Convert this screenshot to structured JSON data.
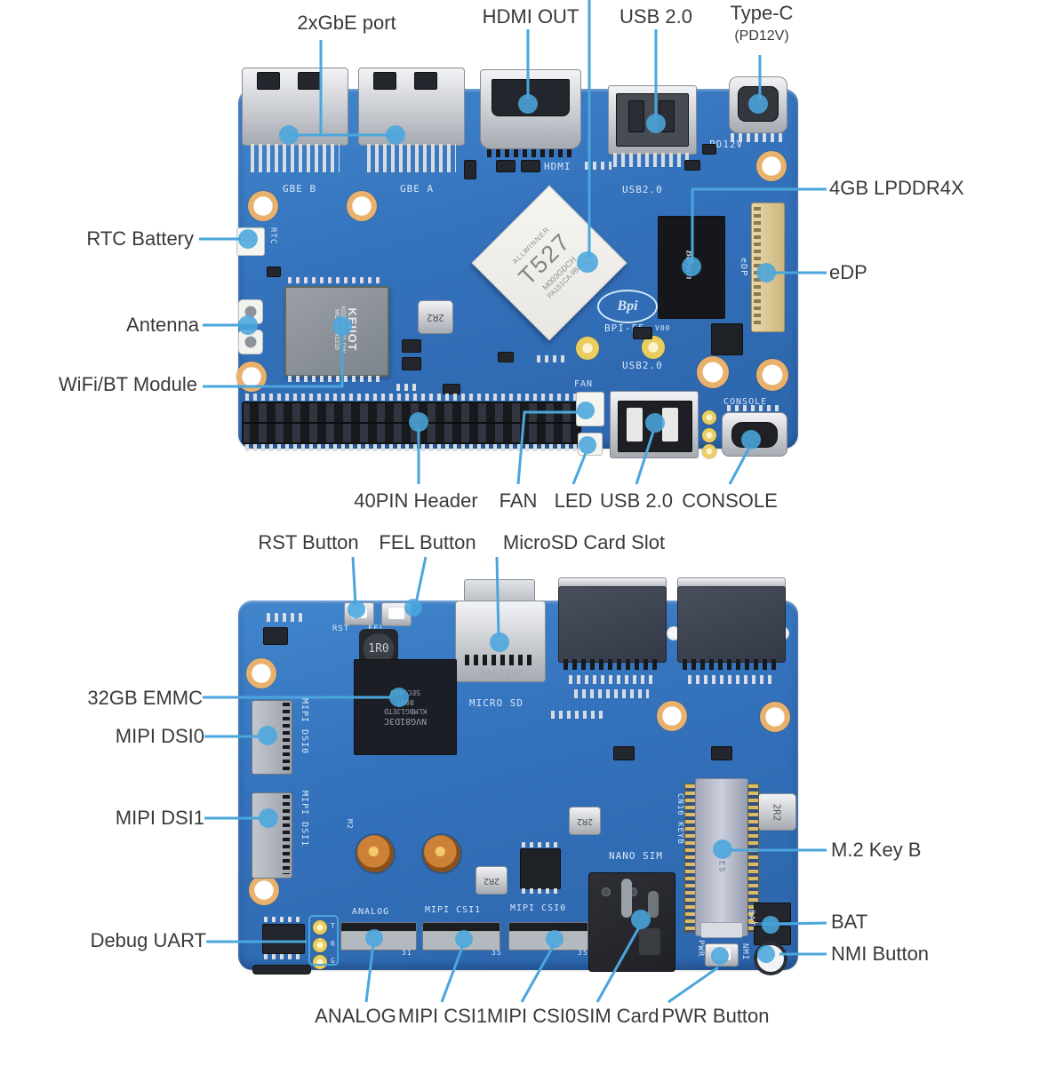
{
  "colors": {
    "pcb_blue": "#336fb8",
    "leader_blue": "#4aa6dd",
    "label_text": "#3a3a3a",
    "silkscreen": "#d8e7f8",
    "gold_pad": "#e2a864",
    "background": "#ffffff"
  },
  "top_board": {
    "callouts": {
      "gbe": "2xGbE port",
      "hdmi": "HDMI OUT",
      "usb_top": "USB 2.0",
      "typec": "Type-C",
      "typec_sub": "(PD12V)",
      "lpddr": "4GB LPDDR4X",
      "edp": "eDP",
      "rtc": "RTC Battery",
      "antenna": "Antenna",
      "wifi": "WiFi/BT Module",
      "header40": "40PIN Header",
      "fan": "FAN",
      "led": "LED",
      "usb_bottom": "USB 2.0",
      "console": "CONSOLE"
    },
    "silkscreen": {
      "gbe_b": "GBE B",
      "gbe_a": "GBE A",
      "hdmi": "HDMI",
      "usb20_top": "USB2.0",
      "pd12v": "PD12V",
      "rtc": "RTC",
      "bpi_logo": "Bpi",
      "bpi_f5": "BPI-F5",
      "v00": "V00",
      "usb20_mid": "USB2.0",
      "fan": "FAN",
      "console": "CONSOLE",
      "edp": "eDP"
    },
    "chips": {
      "soc_brand": "ALLWINNER",
      "soc_model": "T527",
      "soc_code1": "M003GDCH",
      "soc_code2": "PA151CA 9B/G",
      "ram_brand": "Barycn",
      "wifi_line1": "KEIIOT",
      "wifi_line2": "K038-W J01-DW",
      "wifi_line3": "MC XH241218",
      "ind_2r2": "2R2"
    }
  },
  "bottom_board": {
    "callouts": {
      "rst": "RST Button",
      "fel": "FEL Button",
      "microsd": "MicroSD Card Slot",
      "emmc": "32GB EMMC",
      "dsi0": "MIPI DSI0",
      "dsi1": "MIPI DSI1",
      "uart": "Debug UART",
      "m2": "M.2 Key B",
      "bat": "BAT",
      "nmi": "NMI Button",
      "analog": "ANALOG",
      "csi1": "MIPI CSI1",
      "csi0": "MIPI CSI0",
      "sim": "SIM Card",
      "pwr": "PWR Button"
    },
    "silkscreen": {
      "rst": "RST",
      "fel": "FEL",
      "microsd": "MICRO SD",
      "dsi0": "MIPI DSI0",
      "dsi1": "MIPI DSI1",
      "nanosim": "NANO SIM",
      "cn16": "CN16 KEYB",
      "analog": "ANALOG",
      "csi1": "MIPI CSI1",
      "csi0": "MIPI CSI0",
      "bat": "BAT",
      "pwr": "PWR",
      "nmi": "NMI",
      "m2": "M2",
      "pin_t": "T",
      "pin_r": "R",
      "pin_g": "G",
      "num31": "31",
      "num35a": "35",
      "num35b": "35",
      "sd_etch": "240309D"
    },
    "chips": {
      "emmc_l1": "NVG81D3C",
      "emmc_l2": "KLMBG1JETD",
      "emmc_l3": "8041",
      "emmc_l4": "SEC 404",
      "ind_1r0": "1R0",
      "ind_2r2a": "2R2",
      "ind_2r2b": "2R2",
      "ind_2r2c": "2R2",
      "m2_brand": "LOTES"
    }
  }
}
